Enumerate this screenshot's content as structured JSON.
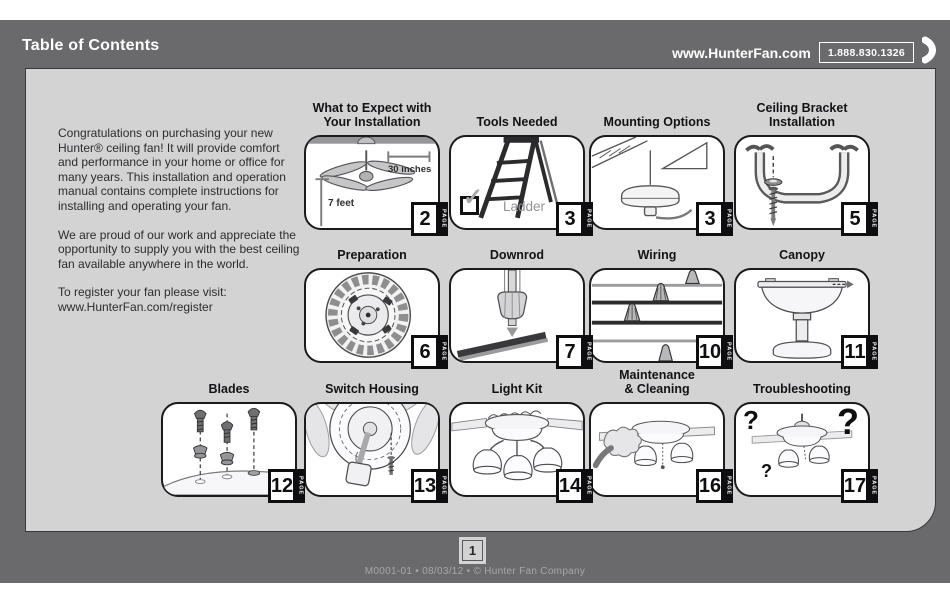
{
  "colors": {
    "header_bg": "#6a696b",
    "panel_bg": "#d3d3d4",
    "card_bg": "#ffffff",
    "badge_bg": "#0e0e10",
    "text_light": "#ffffff"
  },
  "header": {
    "title": "Table of Contents",
    "website": "www.HunterFan.com",
    "phone": "1.888.830.1326"
  },
  "intro": {
    "p1": "Congratulations on purchasing your new Hunter® ceiling fan!  It will provide comfort and performance in your home or office for many years. This installation and operation manual contains complete instructions for installing and operating your fan.",
    "p2": "We are proud of our work and appreciate the opportunity to supply you with the best ceiling fan available anywhere in the world.",
    "p3": "To register your fan please visit:",
    "p4": "www.HunterFan.com/register"
  },
  "page_label": "PAGE",
  "icons": {
    "check_icon": "✓"
  },
  "cards": [
    {
      "title_lines": [
        "What to Expect with",
        "Your Installation"
      ],
      "page": "2",
      "labels": {
        "blade_span": "30 inches",
        "floor_height": "7 feet"
      }
    },
    {
      "title_lines": [
        "Tools Needed"
      ],
      "page": "3",
      "item_label": "Ladder"
    },
    {
      "title_lines": [
        "Mounting Options"
      ],
      "page": "3"
    },
    {
      "title_lines": [
        "Ceiling Bracket",
        "Installation"
      ],
      "page": "5"
    },
    {
      "title_lines": [
        "Preparation"
      ],
      "page": "6"
    },
    {
      "title_lines": [
        "Downrod"
      ],
      "page": "7"
    },
    {
      "title_lines": [
        "Wiring"
      ],
      "page": "10"
    },
    {
      "title_lines": [
        "Canopy"
      ],
      "page": "11"
    },
    {
      "title_lines": [
        "Blades"
      ],
      "page": "12"
    },
    {
      "title_lines": [
        "Switch Housing"
      ],
      "page": "13"
    },
    {
      "title_lines": [
        "Light Kit"
      ],
      "page": "14"
    },
    {
      "title_lines": [
        "Maintenance",
        "& Cleaning"
      ],
      "page": "16"
    },
    {
      "title_lines": [
        "Troubleshooting"
      ],
      "page": "17",
      "marks": [
        "?",
        "?",
        "?"
      ]
    }
  ],
  "footer": {
    "page_number": "1",
    "text": "M0001-01 • 08/03/12 • © Hunter Fan Company"
  }
}
